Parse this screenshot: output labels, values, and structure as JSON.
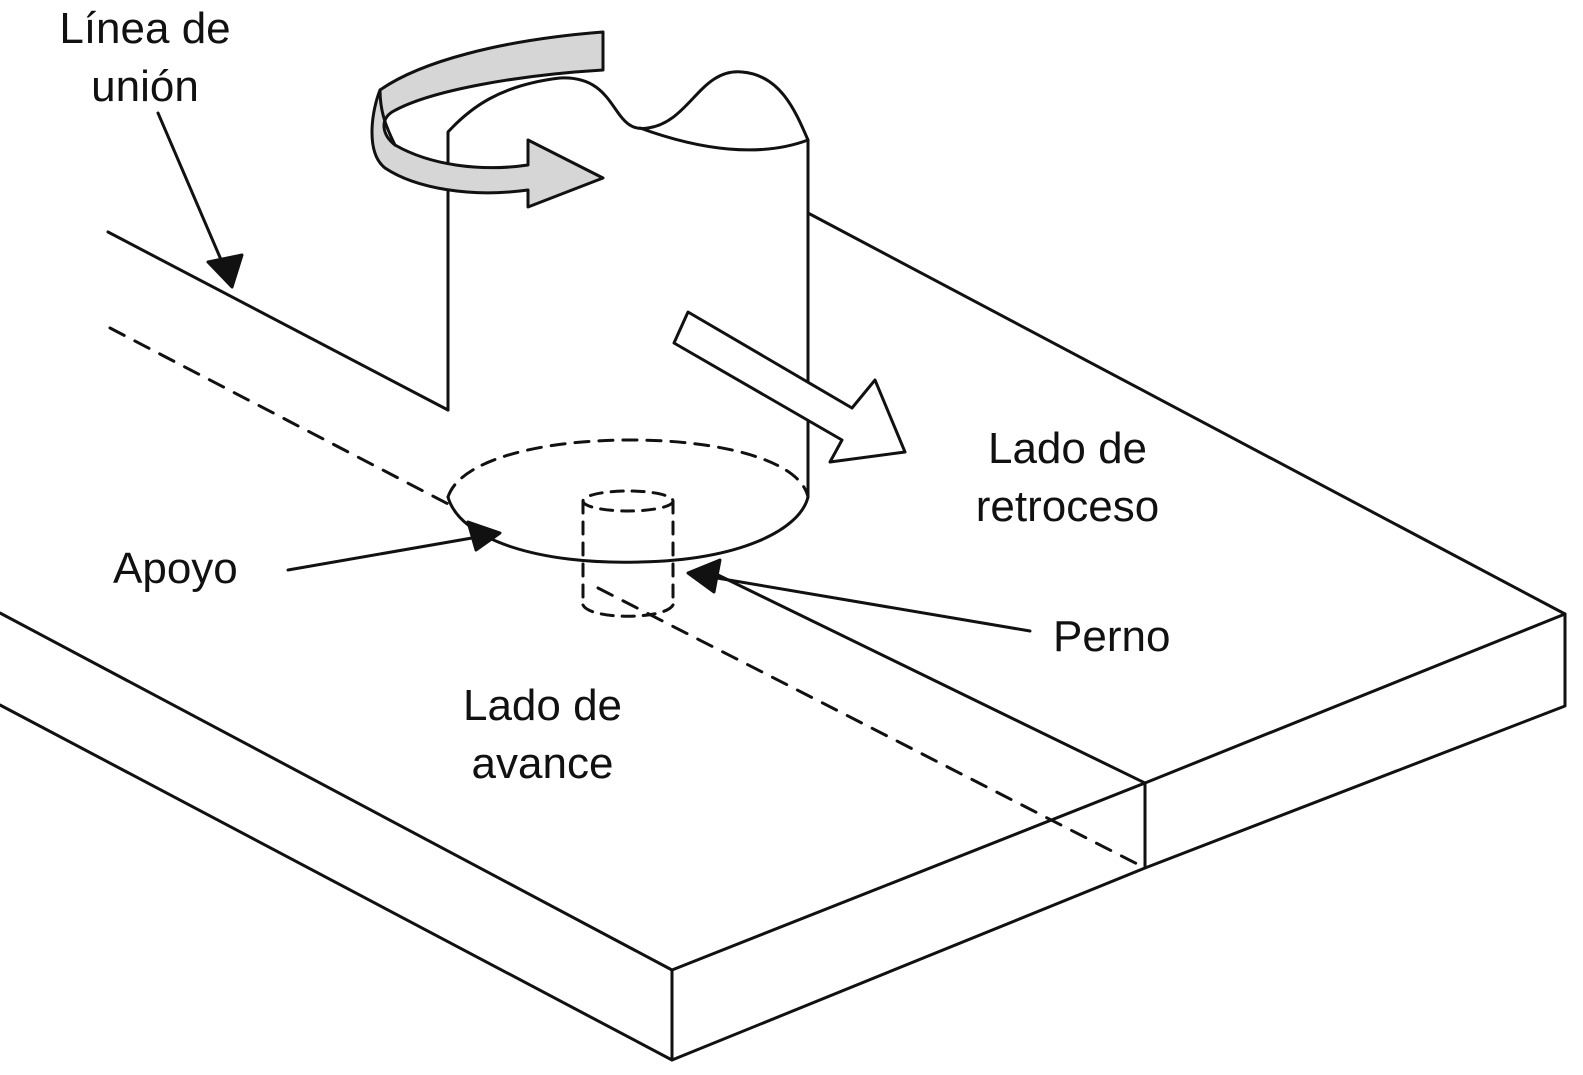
{
  "labels": {
    "joint_line": [
      "Línea de",
      "unión"
    ],
    "shoulder": "Apoyo",
    "retreating_side": [
      "Lado de",
      "retroceso"
    ],
    "pin": "Perno",
    "advancing_side": [
      "Lado de",
      "avance"
    ]
  },
  "colors": {
    "stroke": "#111111",
    "rotation_band": "#d6d6d6",
    "fill": "#ffffff"
  },
  "icons": {
    "rotation": "curved-rotation-arrow-icon",
    "travel": "travel-direction-arrow-icon"
  }
}
